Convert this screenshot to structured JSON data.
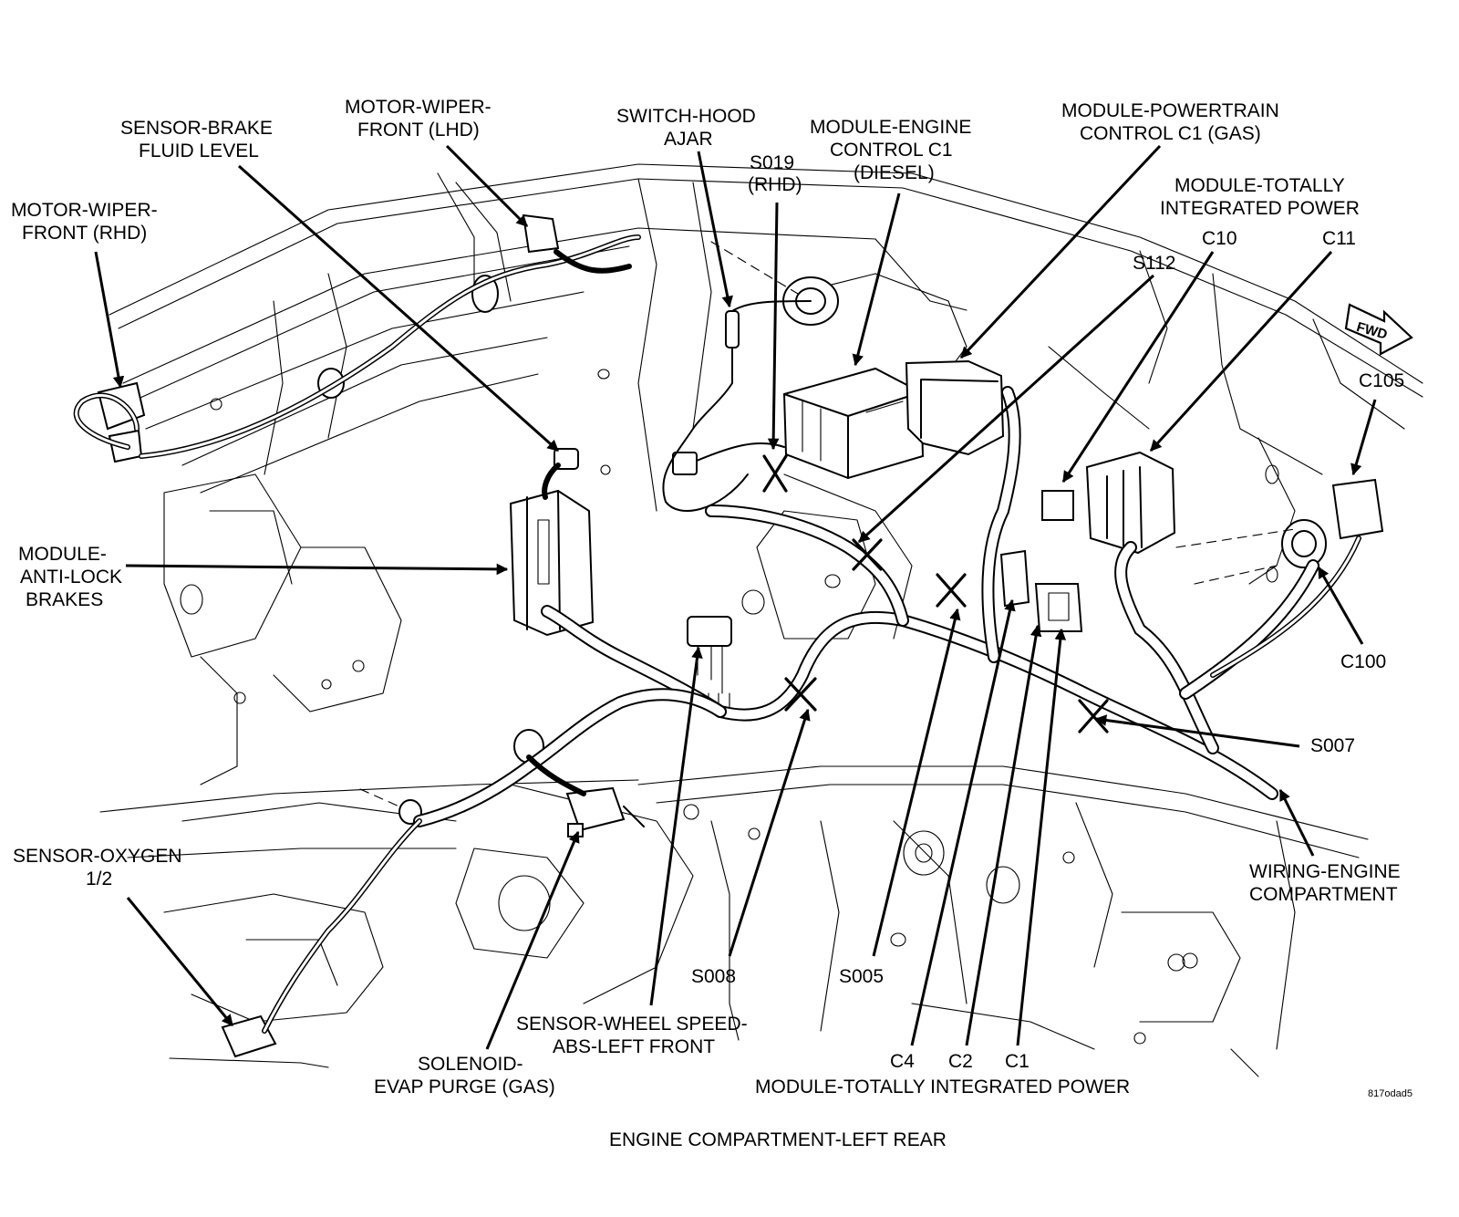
{
  "caption": "ENGINE COMPARTMENT-LEFT REAR",
  "figure_code": "817odad5",
  "direction_marker": "FWD",
  "labels": {
    "motor_wiper_rhd": [
      "MOTOR-WIPER-",
      "FRONT (RHD)"
    ],
    "sensor_brake_fluid": [
      "SENSOR-BRAKE",
      "FLUID LEVEL"
    ],
    "motor_wiper_lhd": [
      "MOTOR-WIPER-",
      "FRONT (LHD)"
    ],
    "switch_hood_ajar": [
      "SWITCH-HOOD",
      "AJAR"
    ],
    "s019": [
      "S019",
      "(RHD)"
    ],
    "module_engine_control": [
      "MODULE-ENGINE",
      "CONTROL C1",
      "(DIESEL)"
    ],
    "module_powertrain": [
      "MODULE-POWERTRAIN",
      "CONTROL C1 (GAS)"
    ],
    "module_tip_top": [
      "MODULE-TOTALLY",
      "INTEGRATED POWER"
    ],
    "c10": "C10",
    "c11": "C11",
    "s112": "S112",
    "c105": "C105",
    "module_abs": [
      "MODULE-",
      "ANTI-LOCK",
      "BRAKES"
    ],
    "c100": "C100",
    "s007": "S007",
    "wiring_engine": [
      "WIRING-ENGINE",
      "COMPARTMENT"
    ],
    "sensor_oxygen": [
      "SENSOR-OXYGEN",
      "1/2"
    ],
    "s008": "S008",
    "s005": "S005",
    "sensor_wheel_speed": [
      "SENSOR-WHEEL SPEED-",
      "ABS-LEFT FRONT"
    ],
    "solenoid_evap": [
      "SOLENOID-",
      "EVAP PURGE (GAS)"
    ],
    "c4": "C4",
    "c2": "C2",
    "c1": "C1",
    "module_tip_bottom": "MODULE-TOTALLY INTEGRATED POWER"
  }
}
